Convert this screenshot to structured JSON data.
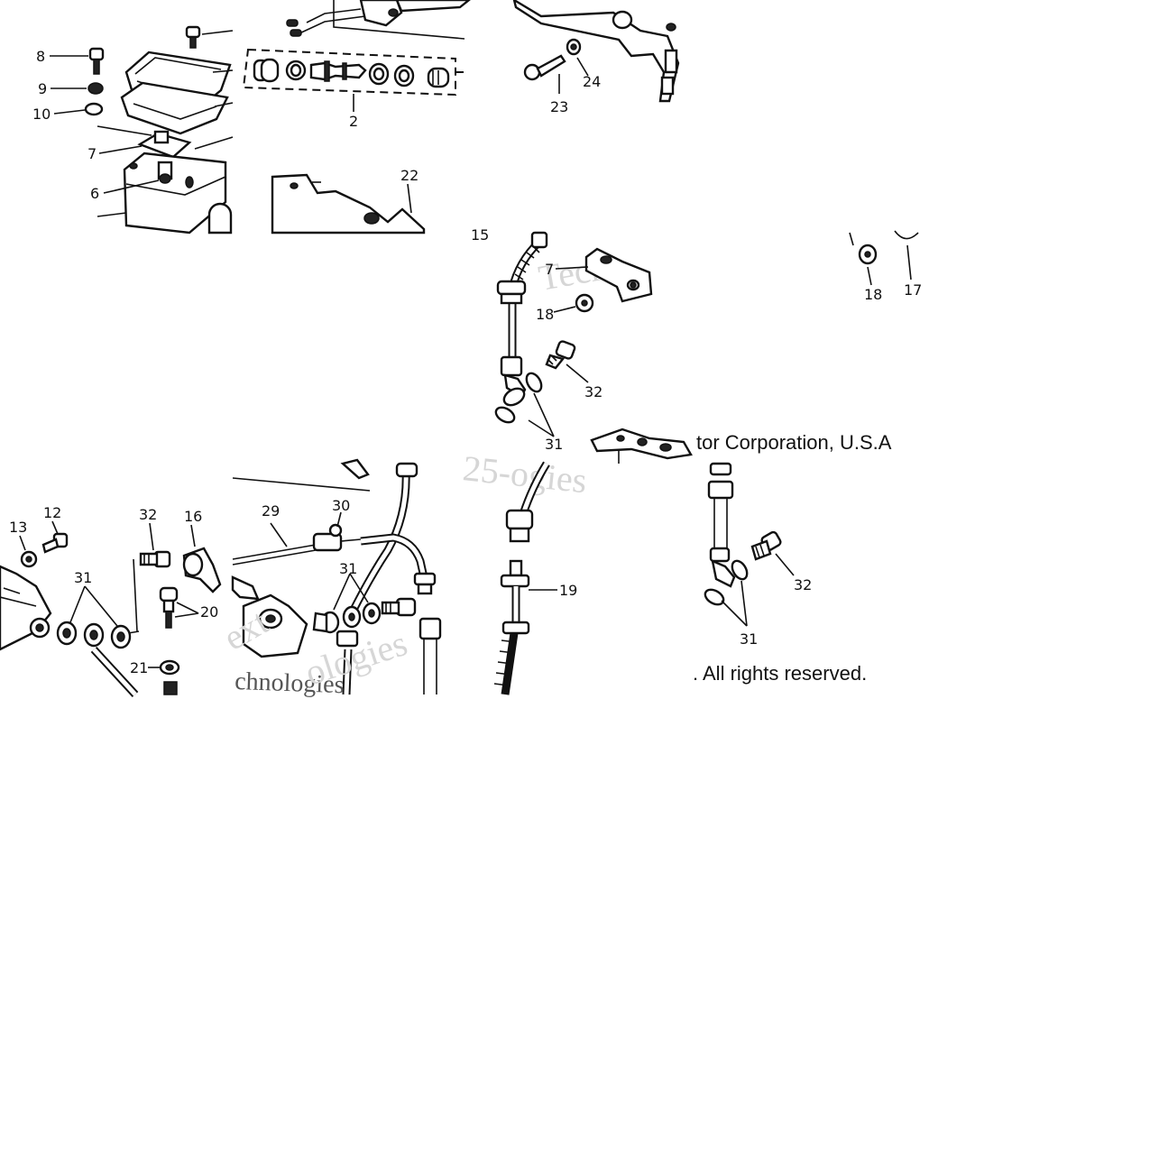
{
  "panels": [
    {
      "id": "top-left",
      "labels": [
        {
          "id": "p8",
          "text": "8"
        },
        {
          "id": "p9",
          "text": "9"
        },
        {
          "id": "p10",
          "text": "10"
        },
        {
          "id": "p7",
          "text": "7"
        },
        {
          "id": "p6",
          "text": "6"
        },
        {
          "id": "p2",
          "text": "2"
        },
        {
          "id": "p22",
          "text": "22"
        },
        {
          "id": "p23",
          "text": "23"
        },
        {
          "id": "p24",
          "text": "24"
        }
      ]
    },
    {
      "id": "mid-right",
      "labels": [
        {
          "id": "p15",
          "text": "15"
        },
        {
          "id": "p7b",
          "text": "7"
        },
        {
          "id": "p18",
          "text": "18"
        },
        {
          "id": "p32",
          "text": "32"
        },
        {
          "id": "p31",
          "text": "31"
        },
        {
          "id": "p18b",
          "text": "18"
        },
        {
          "id": "p17",
          "text": "17"
        }
      ]
    },
    {
      "id": "bottom",
      "labels": [
        {
          "id": "p13",
          "text": "13"
        },
        {
          "id": "p12",
          "text": "12"
        },
        {
          "id": "p32b",
          "text": "32"
        },
        {
          "id": "p16",
          "text": "16"
        },
        {
          "id": "p31b",
          "text": "31"
        },
        {
          "id": "p20",
          "text": "20"
        },
        {
          "id": "p21",
          "text": "21"
        },
        {
          "id": "p29",
          "text": "29"
        },
        {
          "id": "p30",
          "text": "30"
        },
        {
          "id": "p31c",
          "text": "31"
        },
        {
          "id": "p19",
          "text": "19"
        },
        {
          "id": "p32c",
          "text": "32"
        },
        {
          "id": "p31d",
          "text": "31"
        }
      ]
    }
  ],
  "copyright": {
    "line1": "tor Corporation, U.S.A",
    "line2": ". All rights reserved."
  },
  "watermarks": [
    "Techn",
    "Techno",
    "25-ogies",
    "ext",
    "chnologies",
    "ologies"
  ]
}
